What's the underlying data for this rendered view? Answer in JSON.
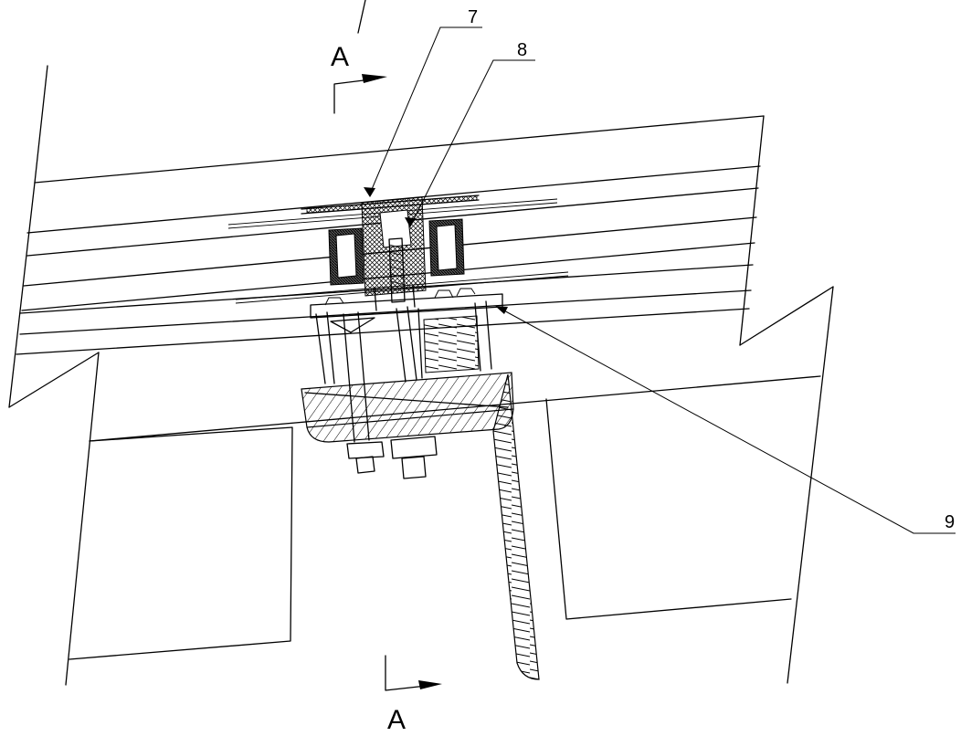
{
  "section": {
    "top_label": "A",
    "bottom_label": "A"
  },
  "callouts": [
    {
      "id": "callout-7",
      "label": "7"
    },
    {
      "id": "callout-8",
      "label": "8"
    },
    {
      "id": "callout-9",
      "label": "9"
    }
  ]
}
